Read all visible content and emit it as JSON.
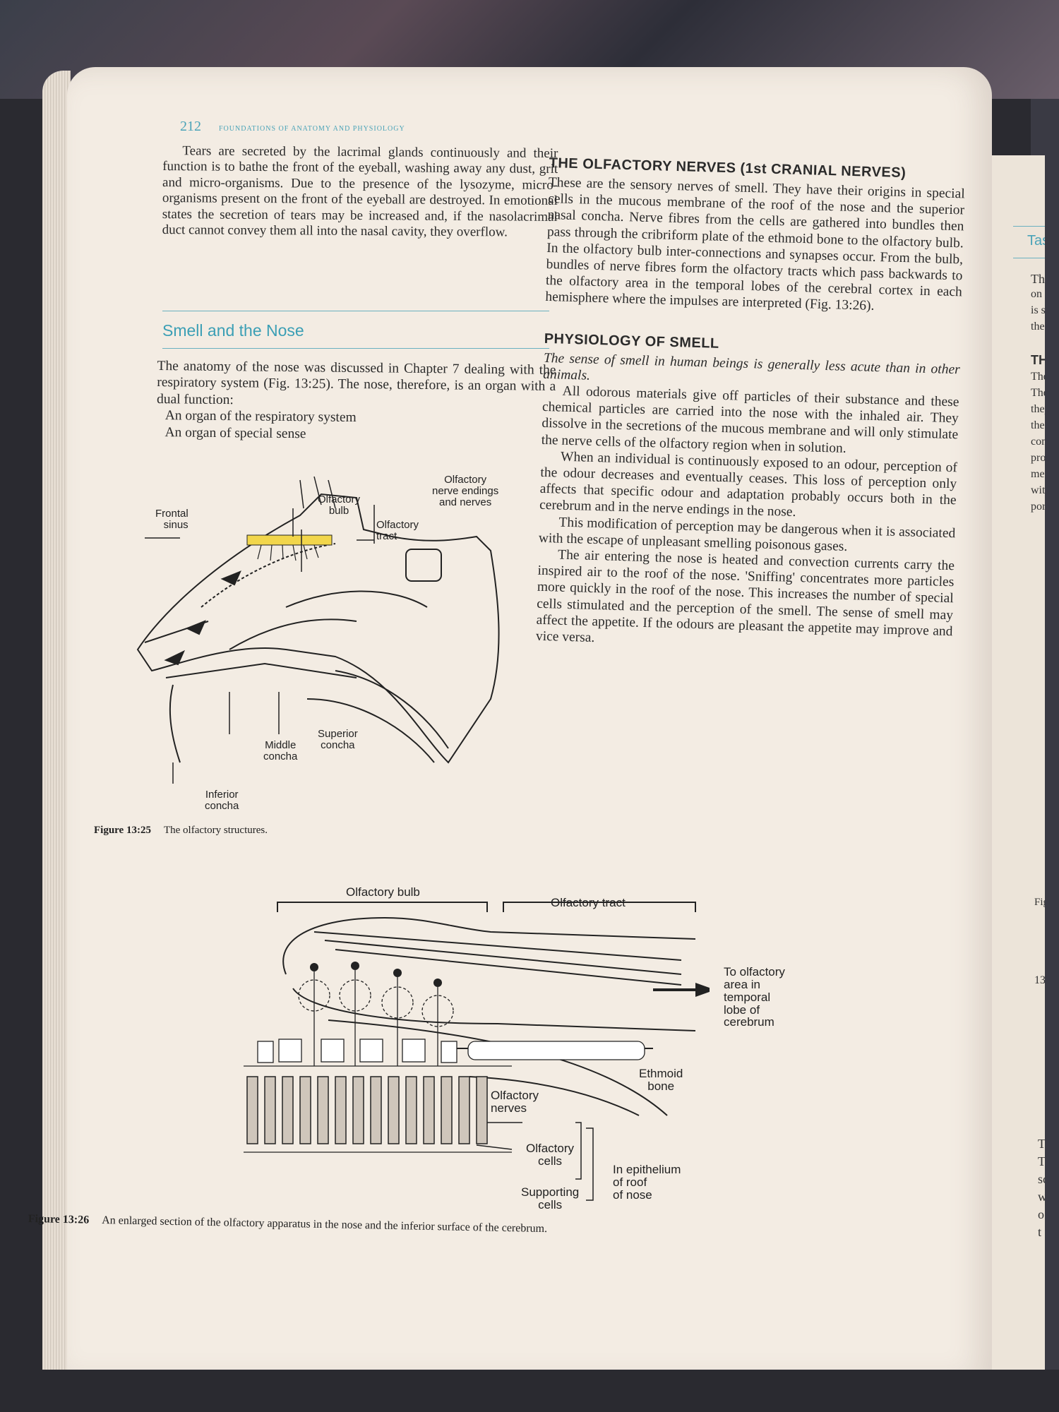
{
  "page": {
    "number": "212",
    "running_head": "FOUNDATIONS OF ANATOMY AND PHYSIOLOGY"
  },
  "tears_paragraph": "Tears are secreted by the lacrimal glands continuously and their function is to bathe the front of the eyeball, washing away any dust, grit and micro-organisms. Due to the presence of the lysozyme, micro-organisms present on the front of the eyeball are destroyed. In emotional states the secretion of tears may be increased and, if the nasolacrimal duct cannot convey them all into the nasal cavity, they overflow.",
  "section_smell": {
    "title": "Smell and the Nose",
    "intro": "The anatomy of the nose was discussed in Chapter 7 dealing with the respiratory system (Fig. 13:25). The nose, therefore, is an organ with a dual function:",
    "items": [
      "An organ of the respiratory system",
      "An organ of special sense"
    ]
  },
  "olfactory_nerves": {
    "heading": "THE OLFACTORY NERVES (1st CRANIAL NERVES)",
    "text": "These are the sensory nerves of smell. They have their origins in special cells in the mucous membrane of the roof of the nose and the superior nasal concha. Nerve fibres from the cells are gathered into bundles then pass through the cribriform plate of the ethmoid bone to the olfactory bulb. In the olfactory bulb inter-connections and synapses occur. From the bulb, bundles of nerve fibres form the olfactory tracts which pass backwards to the olfactory area in the temporal lobes of the cerebral cortex in each hemisphere where the impulses are interpreted (Fig. 13:26)."
  },
  "physiology": {
    "heading": "PHYSIOLOGY OF SMELL",
    "paragraphs": [
      "The sense of smell in human beings is generally less acute than in other animals.",
      "All odorous materials give off particles of their substance and these chemical particles are carried into the nose with the inhaled air. They dissolve in the secretions of the mucous membrane and will only stimulate the nerve cells of the olfactory region when in solution.",
      "When an individual is continuously exposed to an odour, perception of the odour decreases and eventually ceases. This loss of perception only affects that specific odour and adaptation probably occurs both in the cerebrum and in the nerve endings in the nose.",
      "This modification of perception may be dangerous when it is associated with the escape of unpleasant smelling poisonous gases.",
      "The air entering the nose is heated and convection currents carry the inspired air to the roof of the nose. 'Sniffing' concentrates more particles more quickly in the roof of the nose. This increases the number of special cells stimulated and the perception of the smell. The sense of smell may affect the appetite. If the odours are pleasant the appetite may improve and vice versa."
    ]
  },
  "figure_13_25": {
    "labels": {
      "frontal_sinus": "Frontal\nsinus",
      "olfactory_bulb": "Olfactory\nbulb",
      "olfactory_tract": "Olfactory\ntract",
      "nerve_endings": "Olfactory\nnerve endings\nand nerves",
      "superior_concha": "Superior\nconcha",
      "middle_concha": "Middle\nconcha",
      "inferior_concha": "Inferior\nconcha"
    },
    "caption_num": "Figure 13:25",
    "caption_text": "The olfactory structures."
  },
  "figure_13_26": {
    "labels": {
      "olfactory_bulb": "Olfactory bulb",
      "olfactory_tract": "Olfactory tract",
      "to_area": "To olfactory\narea in\ntemporal\nlobe of\ncerebrum",
      "ethmoid_bone": "Ethmoid\nbone",
      "olfactory_nerves": "Olfactory\nnerves",
      "olfactory_cells": "Olfactory\ncells",
      "supporting_cells": "Supporting\ncells",
      "in_epithelium": "In epithelium\nof roof\nof nose"
    },
    "caption_num": "Figure 13:26",
    "caption_text": "An enlarged section of the olfactory apparatus in the nose and the inferior surface of the cerebrum."
  },
  "right_page_fragments": [
    "Tast",
    "The",
    "on th",
    "is su",
    "the g",
    "THE",
    "The",
    "They",
    "they",
    "the p",
    "cons",
    "proc",
    "mem",
    "with",
    "port",
    "Fig",
    "13",
    "T",
    "T",
    "sc",
    "w",
    "o",
    "t"
  ],
  "colors": {
    "accent": "#3b9fb5",
    "highlight": "#f2d64b",
    "paper": "#f3ece3"
  }
}
